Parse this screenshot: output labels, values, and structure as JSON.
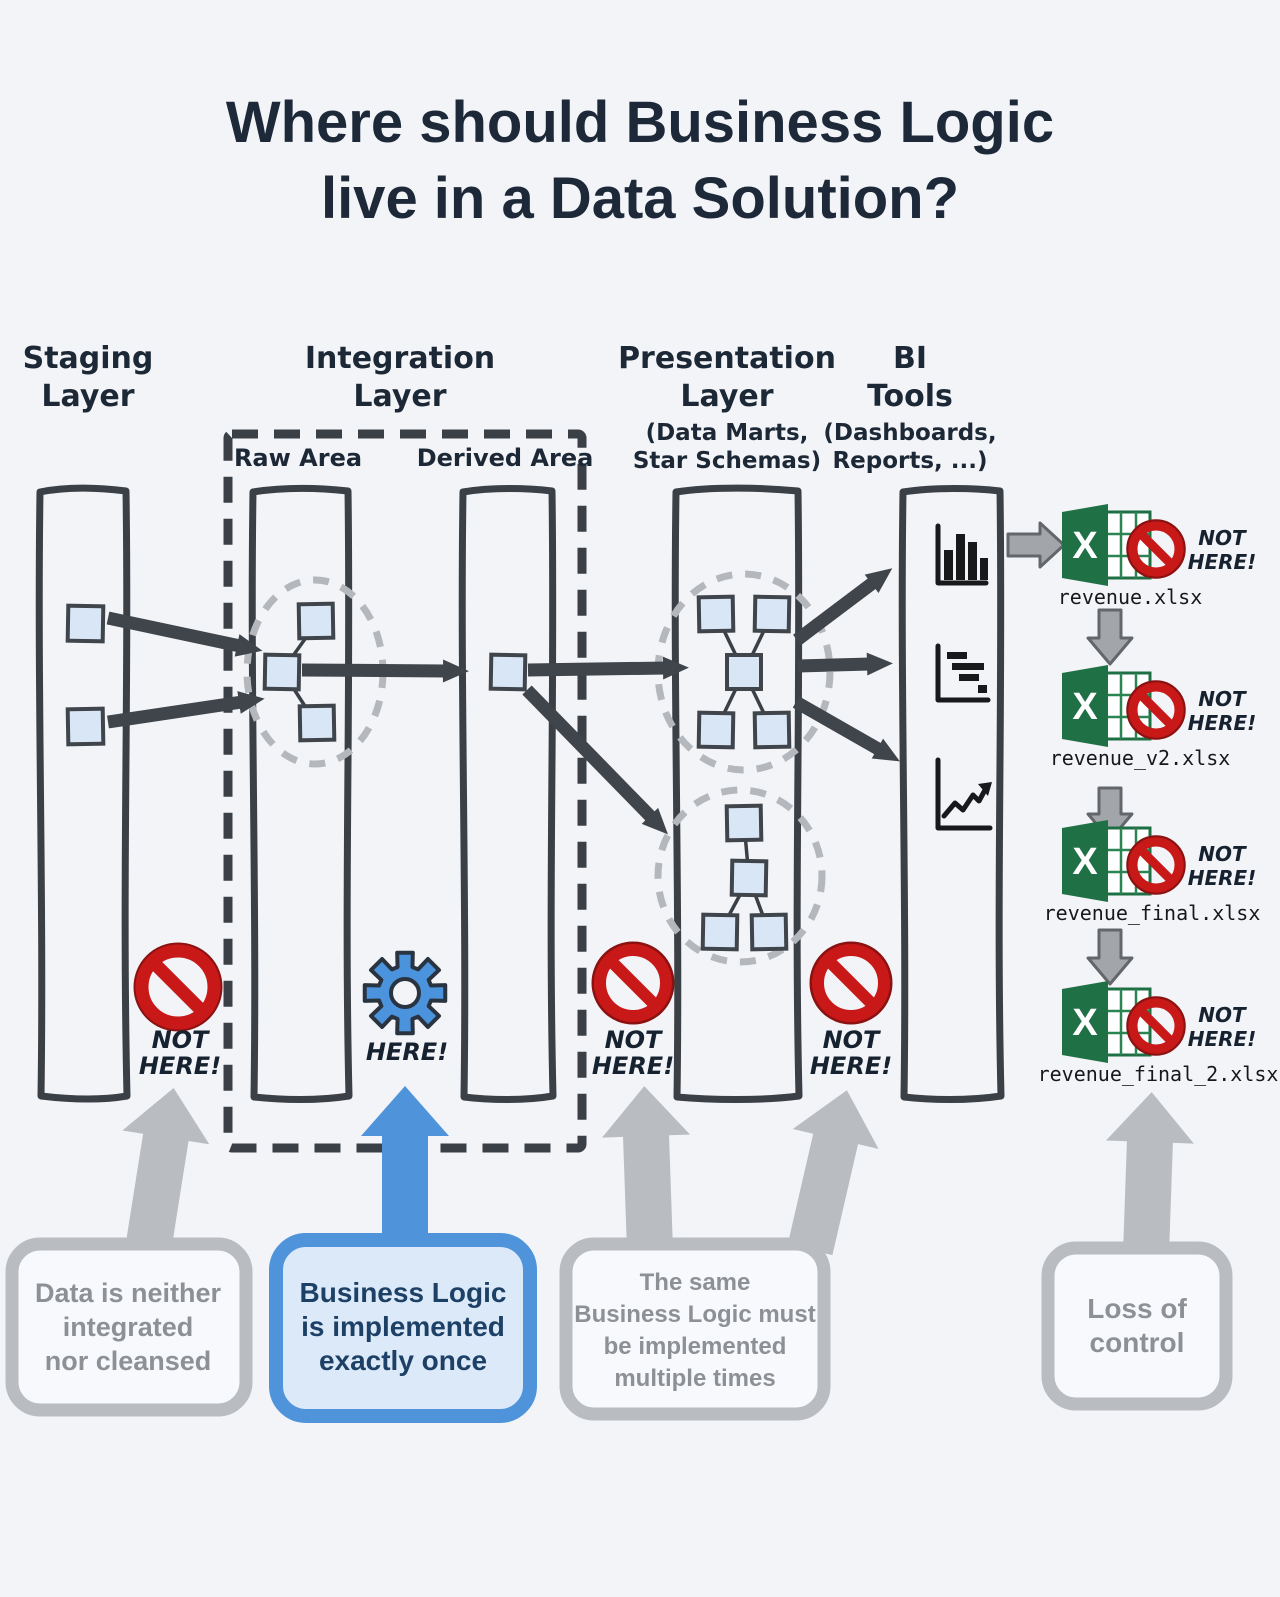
{
  "title": {
    "lines": [
      "Where should Business Logic",
      "live in a Data Solution?"
    ]
  },
  "layers": {
    "staging": {
      "title": [
        "Staging",
        "Layer"
      ]
    },
    "integration": {
      "title": [
        "Integration",
        "Layer"
      ],
      "raw_label": "Raw Area",
      "derived_label": "Derived Area"
    },
    "presentation": {
      "title": [
        "Presentation",
        "Layer"
      ],
      "subtitle": [
        "(Data Marts,",
        "Star Schemas)"
      ]
    },
    "bi": {
      "title": [
        "BI",
        "Tools"
      ],
      "subtitle": [
        "(Dashboards,",
        "Reports, ...)"
      ]
    }
  },
  "verdicts": {
    "staging": [
      "NOT",
      "HERE!"
    ],
    "integration": [
      "HERE!"
    ],
    "presentation": [
      "NOT",
      "HERE!"
    ],
    "bi": [
      "NOT",
      "HERE!"
    ]
  },
  "excel_chain": {
    "items": [
      {
        "filename": "revenue.xlsx",
        "verdict": [
          "NOT",
          "HERE!"
        ]
      },
      {
        "filename": "revenue_v2.xlsx",
        "verdict": [
          "NOT",
          "HERE!"
        ]
      },
      {
        "filename": "revenue_final.xlsx",
        "verdict": [
          "NOT",
          "HERE!"
        ]
      },
      {
        "filename": "revenue_final_2.xlsx",
        "verdict": [
          "NOT",
          "HERE!"
        ]
      }
    ]
  },
  "callouts": [
    {
      "style": "gray",
      "lines": [
        "Data is neither",
        "integrated",
        "nor cleansed"
      ]
    },
    {
      "style": "blue",
      "lines": [
        "Business Logic",
        "is implemented",
        "exactly once"
      ]
    },
    {
      "style": "gray",
      "lines": [
        "The same",
        "Business Logic must",
        "be implemented",
        "multiple times"
      ]
    },
    {
      "style": "gray",
      "lines": [
        "Loss of",
        "control"
      ]
    }
  ],
  "icons": {
    "gear": "gear-icon",
    "prohibition": "prohibition-icon",
    "excel": "excel-file-icon",
    "bar_chart": "bar-chart-icon",
    "gantt_chart": "gantt-chart-icon",
    "line_chart": "line-chart-icon"
  },
  "colors": {
    "background": "#f2f4f8",
    "ink": "#3b4046",
    "navy_text": "#1d2939",
    "square_fill": "#d8e6f5",
    "dashed_gray": "#b4b7bb",
    "prohibition_red": "#c81818",
    "accent_blue": "#4f94da",
    "callout_gray": "#b9bcc0",
    "callout_gray_text": "#8d9196",
    "blue_callout_fill": "#dce9f8",
    "blue_callout_text": "#1d4166",
    "excel_green": "#1f7145"
  }
}
